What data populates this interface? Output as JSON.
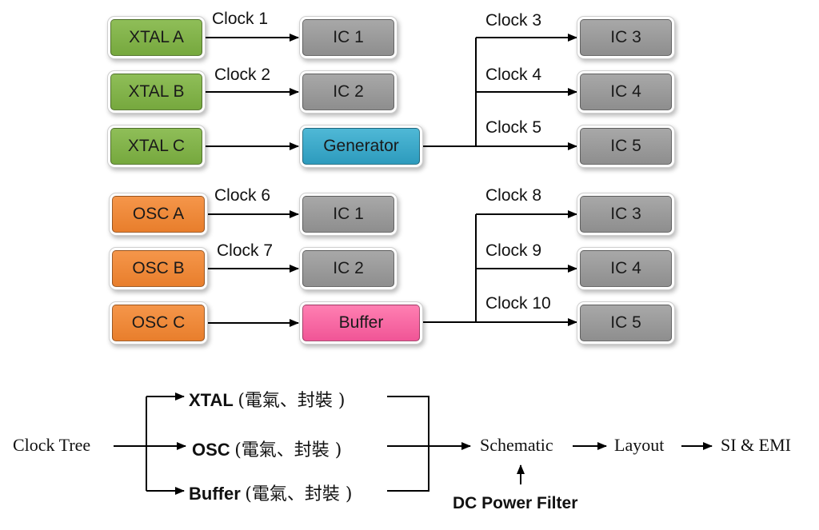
{
  "xtal_group": {
    "sources": [
      "XTAL A",
      "XTAL B",
      "XTAL C"
    ],
    "direct_clocks": [
      "Clock 1",
      "Clock 2"
    ],
    "direct_targets": [
      "IC 1",
      "IC 2"
    ],
    "generator": "Generator",
    "fanout_clocks": [
      "Clock 3",
      "Clock 4",
      "Clock 5"
    ],
    "fanout_targets": [
      "IC 3",
      "IC 4",
      "IC 5"
    ]
  },
  "osc_group": {
    "sources": [
      "OSC A",
      "OSC B",
      "OSC C"
    ],
    "direct_clocks": [
      "Clock 6",
      "Clock 7"
    ],
    "direct_targets": [
      "IC 1",
      "IC 2"
    ],
    "buffer": "Buffer",
    "fanout_clocks": [
      "Clock 8",
      "Clock 9",
      "Clock 10"
    ],
    "fanout_targets": [
      "IC 3",
      "IC 4",
      "IC 5"
    ]
  },
  "flow": {
    "start": "Clock Tree",
    "branches": [
      {
        "name": "XTAL",
        "detail": "(電氣、封裝 )"
      },
      {
        "name": "OSC",
        "detail": "(電氣、封裝 )"
      },
      {
        "name": "Buffer",
        "detail": "(電氣、封裝 )"
      }
    ],
    "schematic": "Schematic",
    "layout": "Layout",
    "end": "SI & EMI",
    "filter": "DC Power Filter"
  },
  "colors": {
    "xtal": "#80b24a",
    "osc": "#ef8a3a",
    "ic": "#9b9b9b",
    "generator": "#3aa8c8",
    "buffer": "#f86aa4"
  }
}
